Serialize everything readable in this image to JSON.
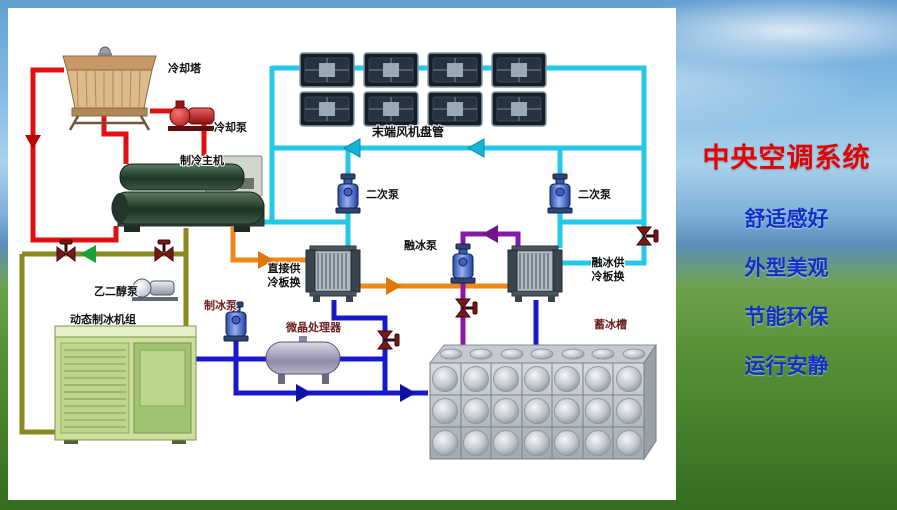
{
  "side_panel": {
    "title": "中央空调系统",
    "features": [
      {
        "label": "舒适感好"
      },
      {
        "label": "外型美观"
      },
      {
        "label": "节能环保"
      },
      {
        "label": "运行安静"
      }
    ]
  },
  "diagram": {
    "labels": {
      "cooling_tower": "冷却塔",
      "cooling_pump": "冷却泵",
      "chiller": "制冷主机",
      "fan_coil_units": "末端风机盘管",
      "secondary_pump_left": "二次泵",
      "secondary_pump_right": "二次泵",
      "ice_melt_pump": "融冰泵",
      "direct_cooling_hx_line1": "直接供",
      "direct_cooling_hx_line2": "冷板换",
      "ice_melt_hx_line1": "融冰供",
      "ice_melt_hx_line2": "冷板换",
      "glycol_pump": "乙二醇泵",
      "ice_making_pump": "制冰泵",
      "ice_making_unit": "动态制冰机组",
      "crystal_processor": "微晶处理器",
      "ice_storage_tank": "蓄冰槽"
    },
    "colors": {
      "condenser_water_pipe": "#e01010",
      "chilled_water_pipe": "#22c8e8",
      "ice_water_pipe": "#1818cc",
      "melt_pipe": "#8818a8",
      "glycol_pipe": "#8a8a20",
      "direct_supply_pipe": "#f08818",
      "flow_arrow_green": "#18a038",
      "panel_title": "#e80000",
      "panel_feature": "#1030cc"
    }
  }
}
